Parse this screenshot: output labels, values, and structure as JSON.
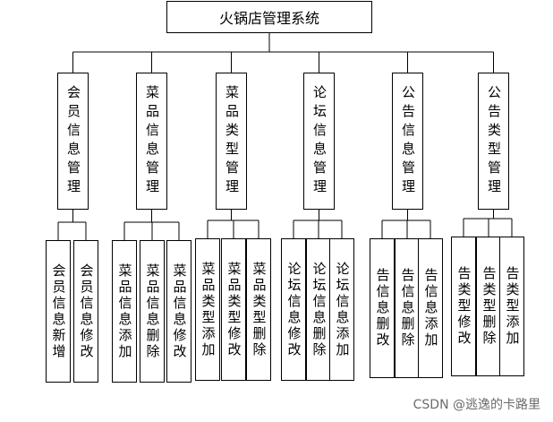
{
  "root": {
    "label": "火锅店管理系统"
  },
  "groups": [
    {
      "label": "会员信息管理",
      "children": [
        "会员信息新增",
        "会员信息修改"
      ]
    },
    {
      "label": "菜品信息管理",
      "children": [
        "菜品信息添加",
        "菜品信息删除",
        "菜品信息修改"
      ]
    },
    {
      "label": "菜品类型管理",
      "children": [
        "菜品类型添加",
        "菜品类型修改",
        "菜品类型删除"
      ]
    },
    {
      "label": "论坛信息管理",
      "children": [
        "论坛信息修改",
        "论坛信息删除",
        "论坛信息添加"
      ]
    },
    {
      "label": "公告信息管理",
      "children": [
        "告信息删改",
        "告信息删除",
        "告信息添加"
      ]
    },
    {
      "label": "公告类型管理",
      "children": [
        "告类型修改",
        "告类型删除",
        "告类型添加"
      ]
    }
  ],
  "watermark": "CSDN @逃逸的卡路里"
}
